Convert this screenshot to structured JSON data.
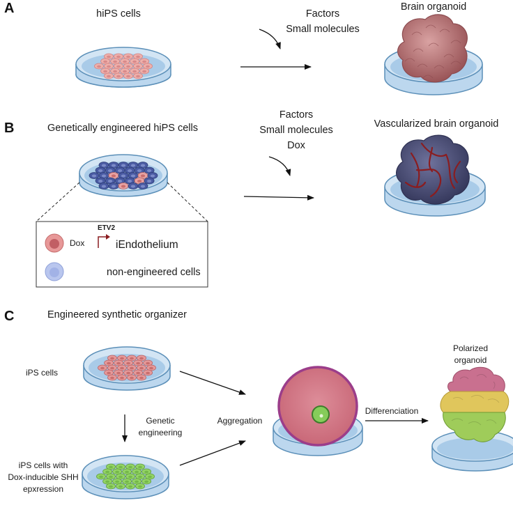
{
  "panel_a": {
    "label": "A",
    "source": "hiPS cells",
    "conditions": [
      "Factors",
      "Small molecules"
    ],
    "product": "Brain organoid"
  },
  "panel_b": {
    "label": "B",
    "source": "Genetically engineered hiPS cells",
    "conditions": [
      "Factors",
      "Small molecules",
      "Dox"
    ],
    "product": "Vascularized brain organoid",
    "legend": {
      "inducer": "Dox",
      "gene": "ETV2",
      "engineered_type": "iEndothelium",
      "non_engineered": "non-engineered cells"
    }
  },
  "panel_c": {
    "label": "C",
    "title": "Engineered synthetic organizer",
    "source": "iPS cells",
    "step": [
      "Genetic",
      "engineering"
    ],
    "engineered": [
      "iPS cells with",
      "Dox-inducible SHH",
      "epxression"
    ],
    "aggregation": "Aggregation",
    "differentiation": "Differenciation",
    "product": [
      "Polarized",
      "organoid"
    ]
  },
  "colors": {
    "dish_rim": "#5b8fb8",
    "dish_fill": "#c8def0",
    "medium": "#a9cbe8",
    "pink_cell": "#e8a3a3",
    "pink_cell_core": "#c96d6d",
    "blue_cell": "#3c4e91",
    "green_cell": "#86cc5a",
    "brain": "#b97174",
    "vasc_brain": "#4c4f78",
    "vessel": "#8a1d20",
    "aggregate": "#c9697b",
    "organoid_top": "#c9708f",
    "organoid_mid": "#e0c65c",
    "organoid_bottom": "#9fcc5a"
  }
}
